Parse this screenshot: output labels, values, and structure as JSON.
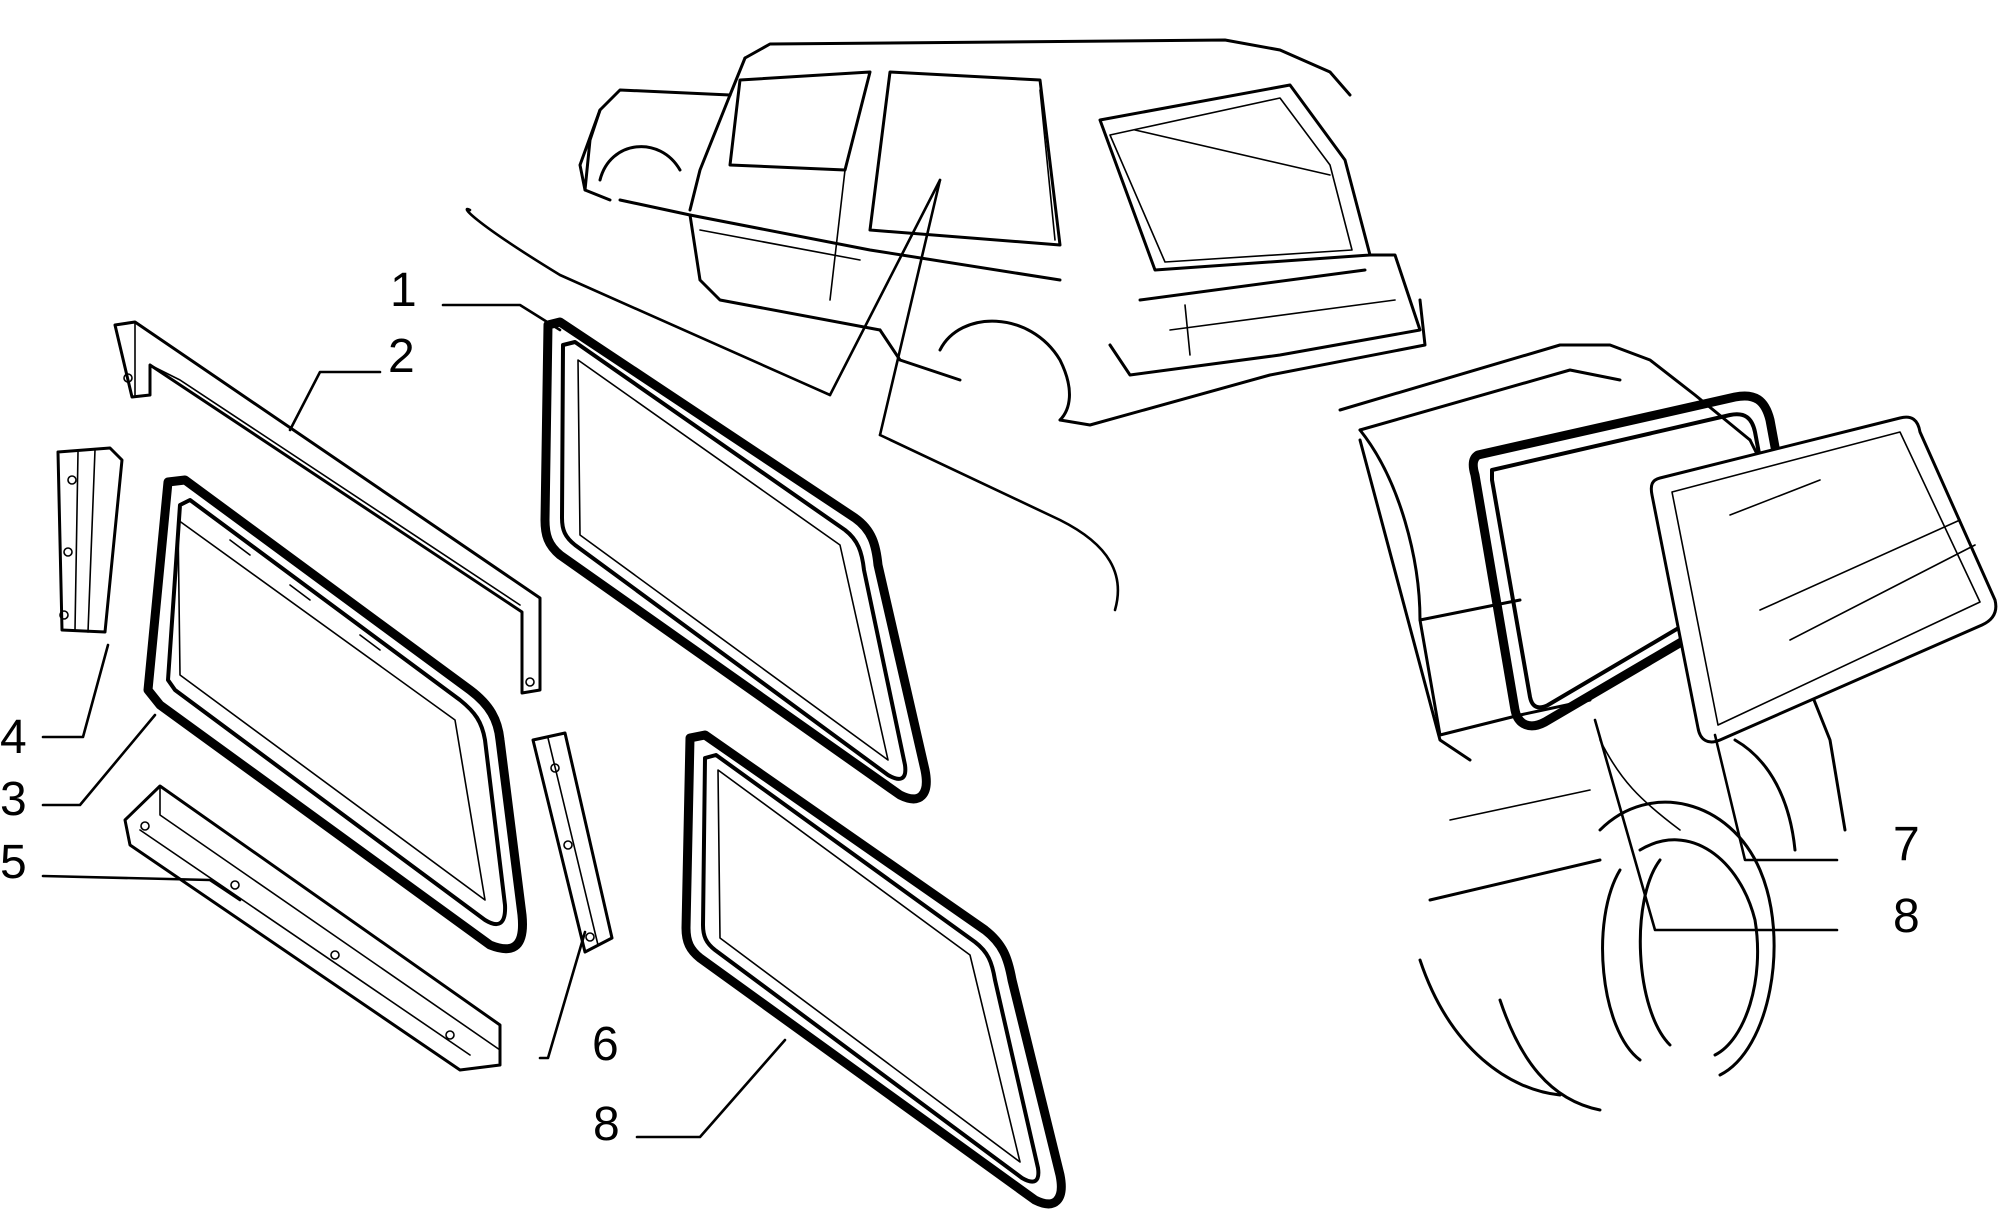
{
  "callouts": [
    {
      "id": "1",
      "label": "1"
    },
    {
      "id": "2",
      "label": "2"
    },
    {
      "id": "3",
      "label": "3"
    },
    {
      "id": "4",
      "label": "4"
    },
    {
      "id": "5",
      "label": "5"
    },
    {
      "id": "6",
      "label": "6"
    },
    {
      "id": "7",
      "label": "7"
    },
    {
      "id": "8a",
      "label": "8"
    },
    {
      "id": "8b",
      "label": "8"
    }
  ]
}
